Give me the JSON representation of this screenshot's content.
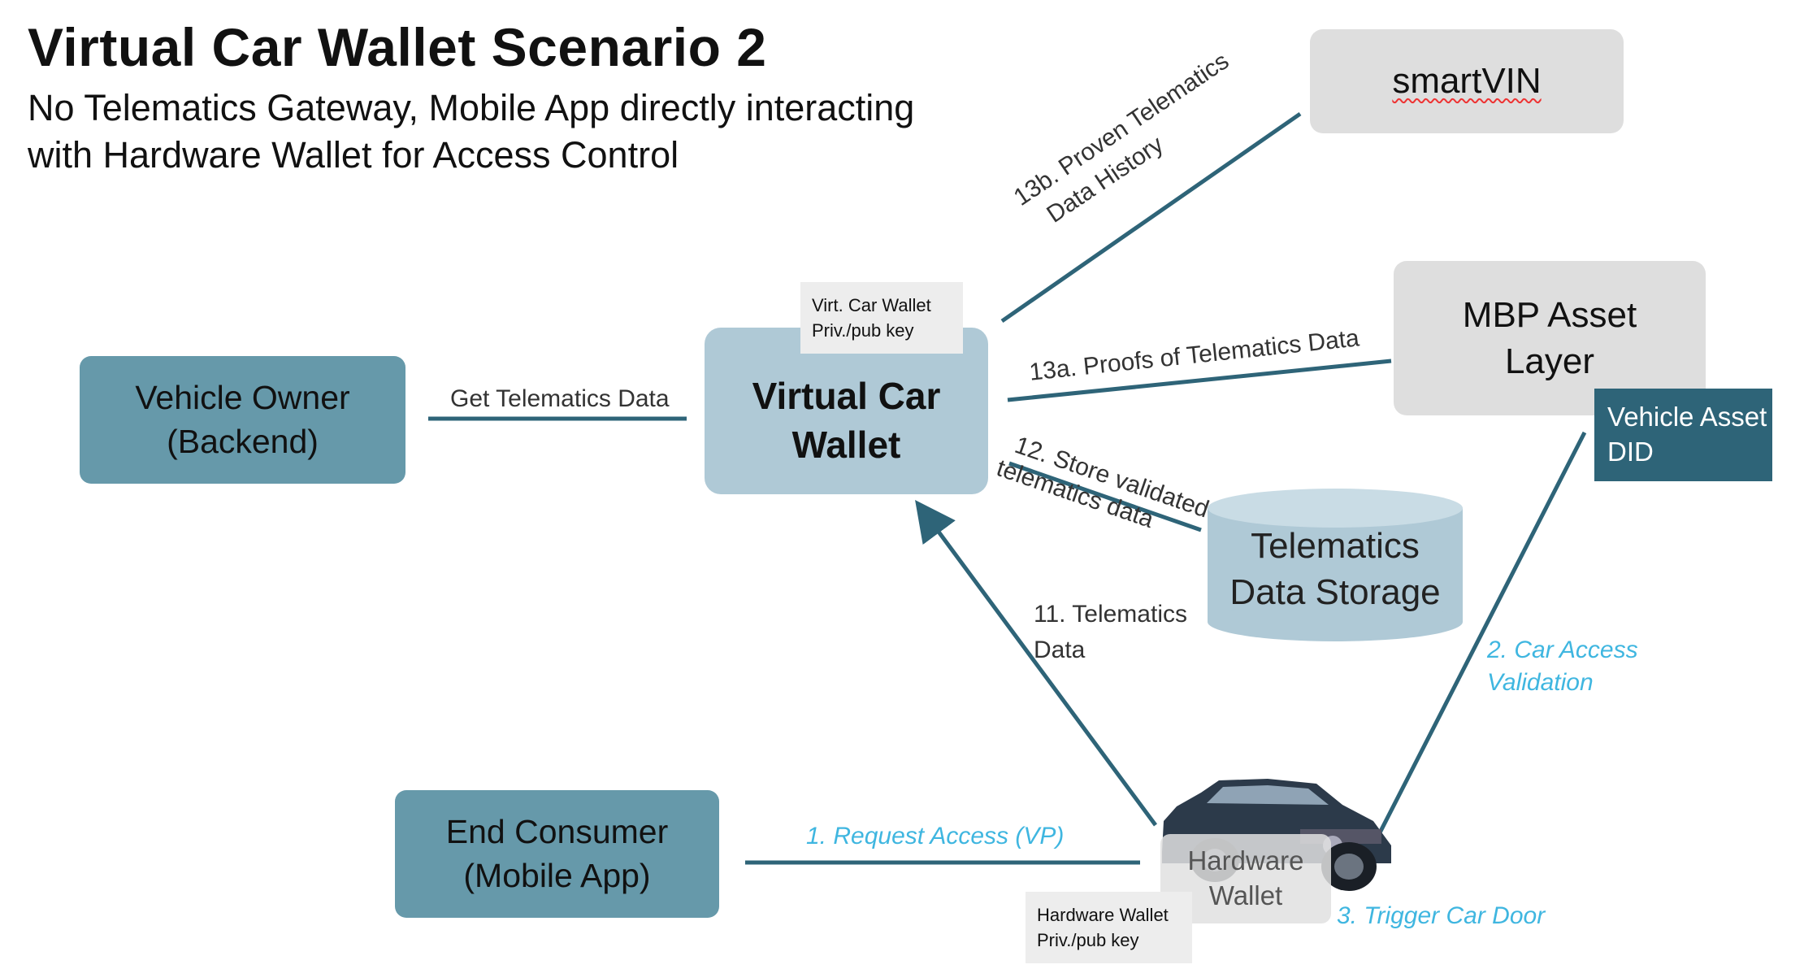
{
  "title": "Virtual Car Wallet Scenario 2",
  "subtitle": {
    "line1": "No Telematics Gateway, Mobile App directly interacting",
    "line2": "with Hardware Wallet for Access Control"
  },
  "nodes": {
    "smartvin": "smartVIN",
    "mbp": {
      "line1": "MBP Asset",
      "line2": "Layer"
    },
    "vehicle_did": {
      "line1": "Vehicle Asset",
      "line2": "DID"
    },
    "vehicle_owner": {
      "line1": "Vehicle Owner",
      "line2": "(Backend)"
    },
    "virtual_wallet": {
      "line1": "Virtual Car",
      "line2": "Wallet"
    },
    "virtual_wallet_key": {
      "line1": "Virt. Car Wallet",
      "line2": "Priv./pub key"
    },
    "storage": {
      "line1": "Telematics",
      "line2": "Data Storage"
    },
    "end_consumer": {
      "line1": "End Consumer",
      "line2": "(Mobile App)"
    },
    "hardware_wallet": {
      "line1": "Hardware",
      "line2": "Wallet"
    },
    "hardware_wallet_key": {
      "line1": "Hardware Wallet",
      "line2": "Priv./pub key"
    }
  },
  "edges": {
    "get_telematics": "Get Telematics Data",
    "e13b": {
      "line1": "13b. Proven Telematics",
      "line2": "Data History"
    },
    "e13a": "13a. Proofs of Telematics Data",
    "e12": {
      "line1": "12. Store validated",
      "line2": "telematics data"
    },
    "e11": {
      "line1": "11. Telematics",
      "line2": "Data"
    },
    "e1": "1. Request Access (VP)",
    "e2": {
      "line1": "2. Car Access",
      "line2": "Validation"
    },
    "e3": "3. Trigger Car Door"
  },
  "colors": {
    "line": "#2E6478",
    "accent_text": "#3FB6E0",
    "teal_box": "#6699AA",
    "light_box": "#AFC9D6",
    "grey_box": "#DEDEDE",
    "dark_box": "#2E6478"
  }
}
